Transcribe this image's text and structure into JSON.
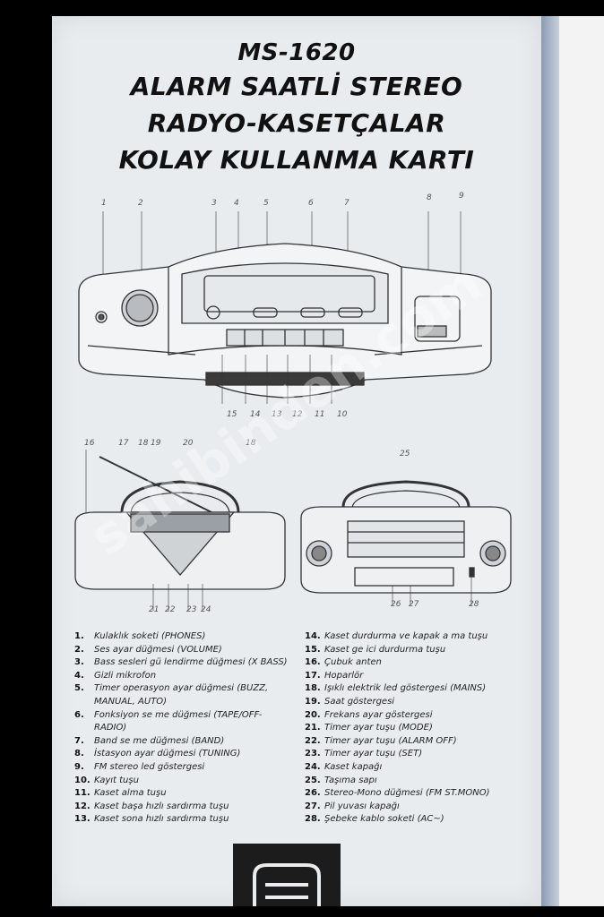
{
  "title": {
    "line1": "MS-1620",
    "line2": "ALARM SAATLİ STEREO",
    "line3": "RADYO-KASETÇALAR",
    "line4": "KOLAY KULLANMA KARTI"
  },
  "watermark": "sahibinden.com",
  "callouts": {
    "top": [
      "1",
      "2",
      "3",
      "4",
      "5",
      "6",
      "7",
      "8",
      "9"
    ],
    "bottom": [
      "15",
      "14",
      "13",
      "12",
      "11",
      "10"
    ],
    "side_top": [
      "16",
      "17",
      "18",
      "19",
      "20",
      "18"
    ],
    "side_bottom": [
      "21",
      "22",
      "23",
      "24"
    ],
    "back_top": "25",
    "back_bottom": [
      "26",
      "27",
      "28"
    ]
  },
  "parts_left": [
    {
      "n": "1.",
      "t": "Kulaklık soketi (PHONES)"
    },
    {
      "n": "2.",
      "t": "Ses ayar düğmesi (VOLUME)"
    },
    {
      "n": "3.",
      "t": "Bass sesleri gü lendirme düğmesi (X BASS)"
    },
    {
      "n": "4.",
      "t": "Gizli mikrofon"
    },
    {
      "n": "5.",
      "t": "Timer operasyon ayar düğmesi (BUZZ,",
      "t2": "MANUAL, AUTO)"
    },
    {
      "n": "6.",
      "t": "Fonksiyon se me düğmesi (TAPE/OFF-",
      "t2": "RADIO)"
    },
    {
      "n": "7.",
      "t": "Band se me düğmesi (BAND)"
    },
    {
      "n": "8.",
      "t": "İstasyon ayar düğmesi (TUNING)"
    },
    {
      "n": "9.",
      "t": "FM stereo led göstergesi"
    },
    {
      "n": "10.",
      "t": "Kayıt tuşu"
    },
    {
      "n": "11.",
      "t": "Kaset alma tuşu"
    },
    {
      "n": "12.",
      "t": "Kaset başa hızlı sardırma tuşu"
    },
    {
      "n": "13.",
      "t": "Kaset sona hızlı sardırma tuşu"
    }
  ],
  "parts_right": [
    {
      "n": "14.",
      "t": "Kaset durdurma ve kapak a ma tuşu"
    },
    {
      "n": "15.",
      "t": "Kaset ge ici durdurma tuşu"
    },
    {
      "n": "16.",
      "t": "Çubuk anten"
    },
    {
      "n": "17.",
      "t": "Hoparlör"
    },
    {
      "n": "18.",
      "t": "Işıklı elektrik led göstergesi (MAINS)"
    },
    {
      "n": "19.",
      "t": "Saat göstergesi"
    },
    {
      "n": "20.",
      "t": "Frekans ayar göstergesi"
    },
    {
      "n": "21.",
      "t": "Timer ayar tuşu (MODE)"
    },
    {
      "n": "22.",
      "t": "Timer ayar tuşu (ALARM OFF)"
    },
    {
      "n": "23.",
      "t": "Timer ayar tuşu (SET)"
    },
    {
      "n": "24.",
      "t": "Kaset kapağı"
    },
    {
      "n": "25.",
      "t": "Taşıma sapı"
    },
    {
      "n": "26.",
      "t": "Stereo-Mono düğmesi (FM ST.MONO)"
    },
    {
      "n": "27.",
      "t": "Pil yuvası kapağı"
    },
    {
      "n": "28.",
      "t": "Şebeke kablo soketi (AC~)"
    }
  ]
}
